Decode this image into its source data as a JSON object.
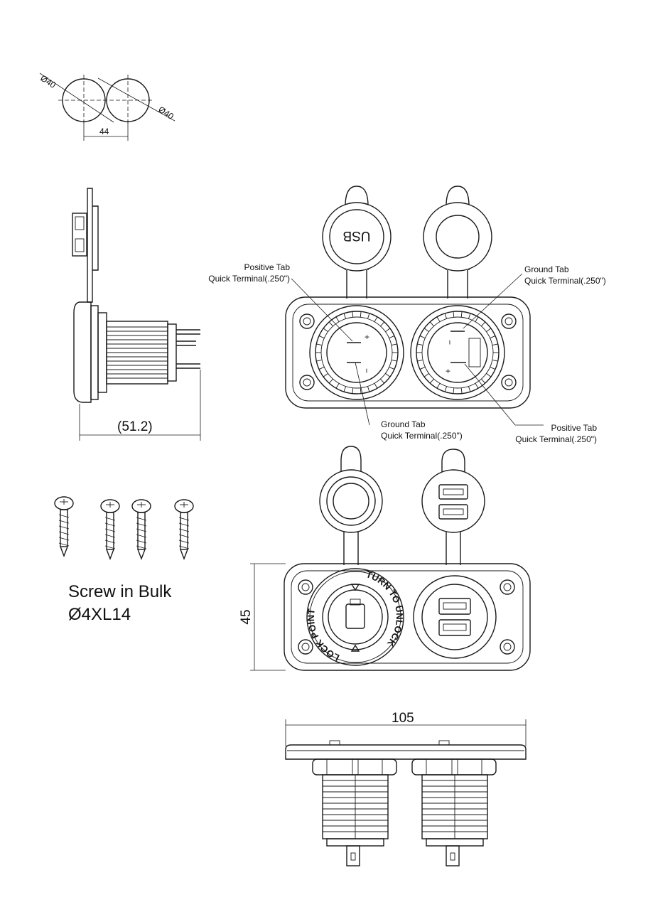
{
  "cutout": {
    "diameter_left": "Ø40",
    "diameter_right": "Ø40",
    "spacing": "44"
  },
  "side_view": {
    "depth": "(51.2)"
  },
  "labels": {
    "positive_tab_left": [
      "Positive Tab",
      "Quick Terminal(.250\")"
    ],
    "ground_tab_right": [
      "Ground Tab",
      "Quick Terminal(.250\")"
    ],
    "ground_tab_bottom": [
      "Ground Tab",
      "Quick Terminal(.250\")"
    ],
    "positive_tab_bottom_right": [
      "Positive Tab",
      "Quick Terminal(.250\")"
    ]
  },
  "cap": {
    "usb_mark": "USB"
  },
  "socket": {
    "lock_point": "LOCK POINT",
    "turn_to_unlock": "TURN TO UNLOCK",
    "plus": "+",
    "minus": "−"
  },
  "screws": {
    "title": "Screw in Bulk",
    "size": "Ø4XL14"
  },
  "front_view": {
    "height": "45"
  },
  "bottom_view": {
    "width": "105"
  }
}
